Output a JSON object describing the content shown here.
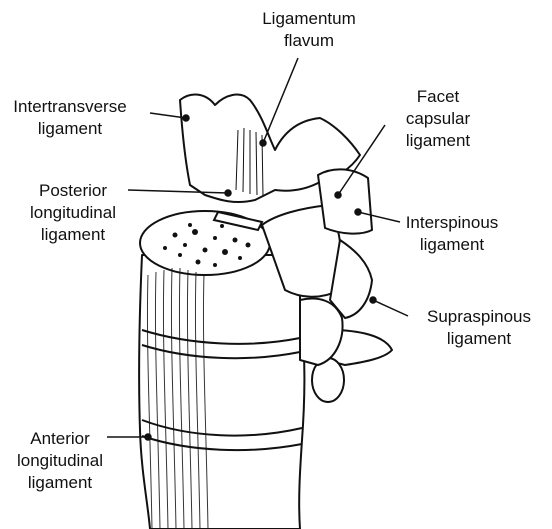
{
  "labels": {
    "ligamentum_flavum": [
      "Ligamentum",
      "flavum"
    ],
    "intertransverse": [
      "Intertransverse",
      "ligament"
    ],
    "facet_capsular": [
      "Facet",
      "capsular",
      "ligament"
    ],
    "posterior_longitudinal": [
      "Posterior",
      "longitudinal",
      "ligament"
    ],
    "interspinous": [
      "Interspinous",
      "ligament"
    ],
    "supraspinous": [
      "Supraspinous",
      "ligament"
    ],
    "anterior_longitudinal": [
      "Anterior",
      "longitudinal",
      "ligament"
    ]
  },
  "colors": {
    "ink": "#111111",
    "bone": "#ffffff"
  }
}
